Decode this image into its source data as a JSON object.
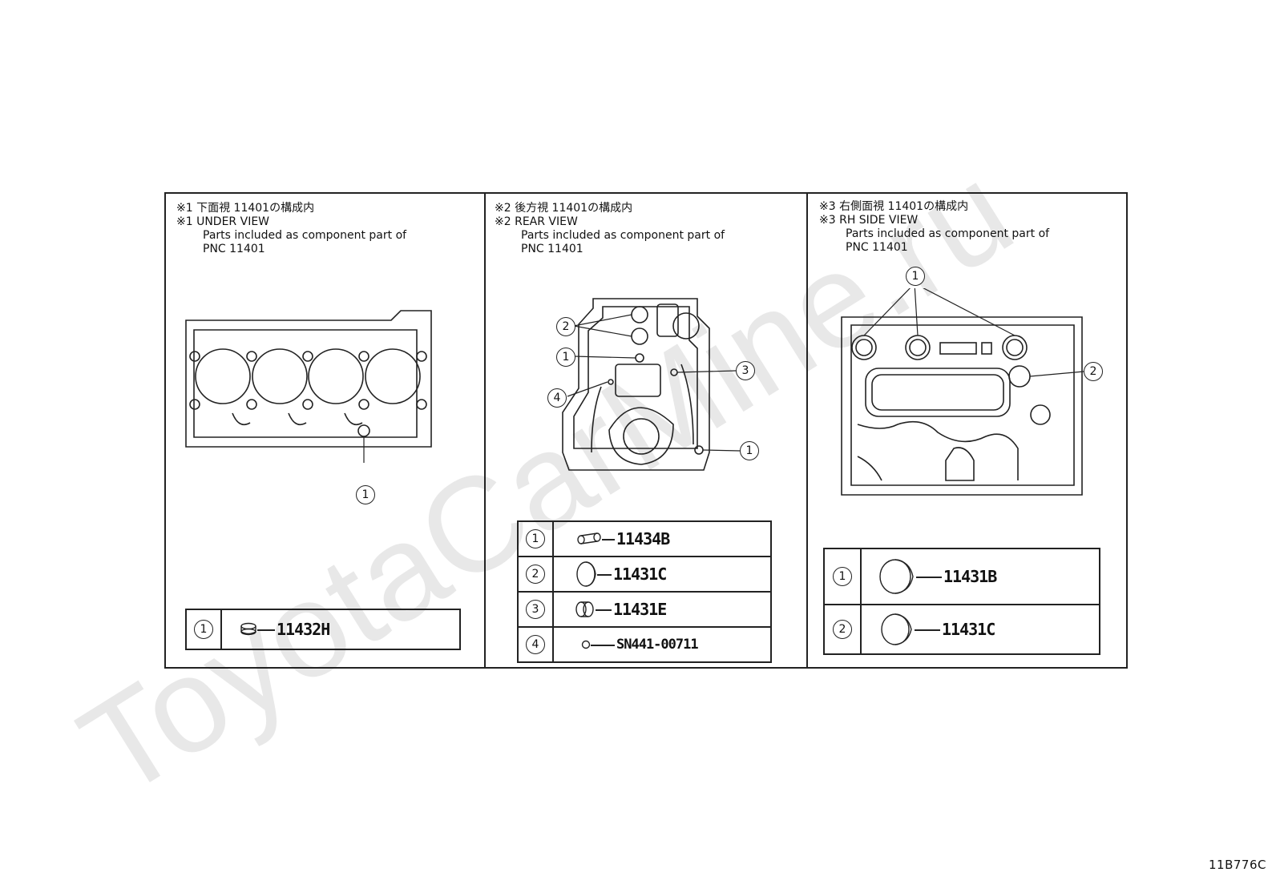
{
  "watermark": "ToyotaCarMine.ru",
  "diagram_code": "11B776C",
  "panels": [
    {
      "header_jp": "※1 下面視 11401の構成内",
      "header_en": "※1 UNDER VIEW",
      "desc1": "Parts included as component part of",
      "desc2": "PNC 11401",
      "callouts": [
        "1"
      ],
      "parts": [
        {
          "ref": "1",
          "part_no": "11432H",
          "icon": "cup-plug-icon"
        }
      ]
    },
    {
      "header_jp": "※2 後方視 11401の構成内",
      "header_en": "※2 REAR VIEW",
      "desc1": "Parts included as component part of",
      "desc2": "PNC 11401",
      "callouts": [
        "2",
        "1",
        "4",
        "3",
        "1"
      ],
      "parts": [
        {
          "ref": "1",
          "part_no": "11434B",
          "icon": "pin-plug-icon"
        },
        {
          "ref": "2",
          "part_no": "11431C",
          "icon": "plug-disc-icon"
        },
        {
          "ref": "3",
          "part_no": "11431E",
          "icon": "stepped-plug-icon"
        },
        {
          "ref": "4",
          "part_no": "SN441-00711",
          "icon": "small-ball-icon"
        }
      ]
    },
    {
      "header_jp": "※3 右側面視 11401の構成内",
      "header_en": "※3 RH SIDE VIEW",
      "desc1": "Parts included as component part of",
      "desc2": "PNC 11401",
      "callouts": [
        "1",
        "2"
      ],
      "parts": [
        {
          "ref": "1",
          "part_no": "11431B",
          "icon": "plug-disc-icon"
        },
        {
          "ref": "2",
          "part_no": "11431C",
          "icon": "plug-disc-icon"
        }
      ]
    }
  ]
}
